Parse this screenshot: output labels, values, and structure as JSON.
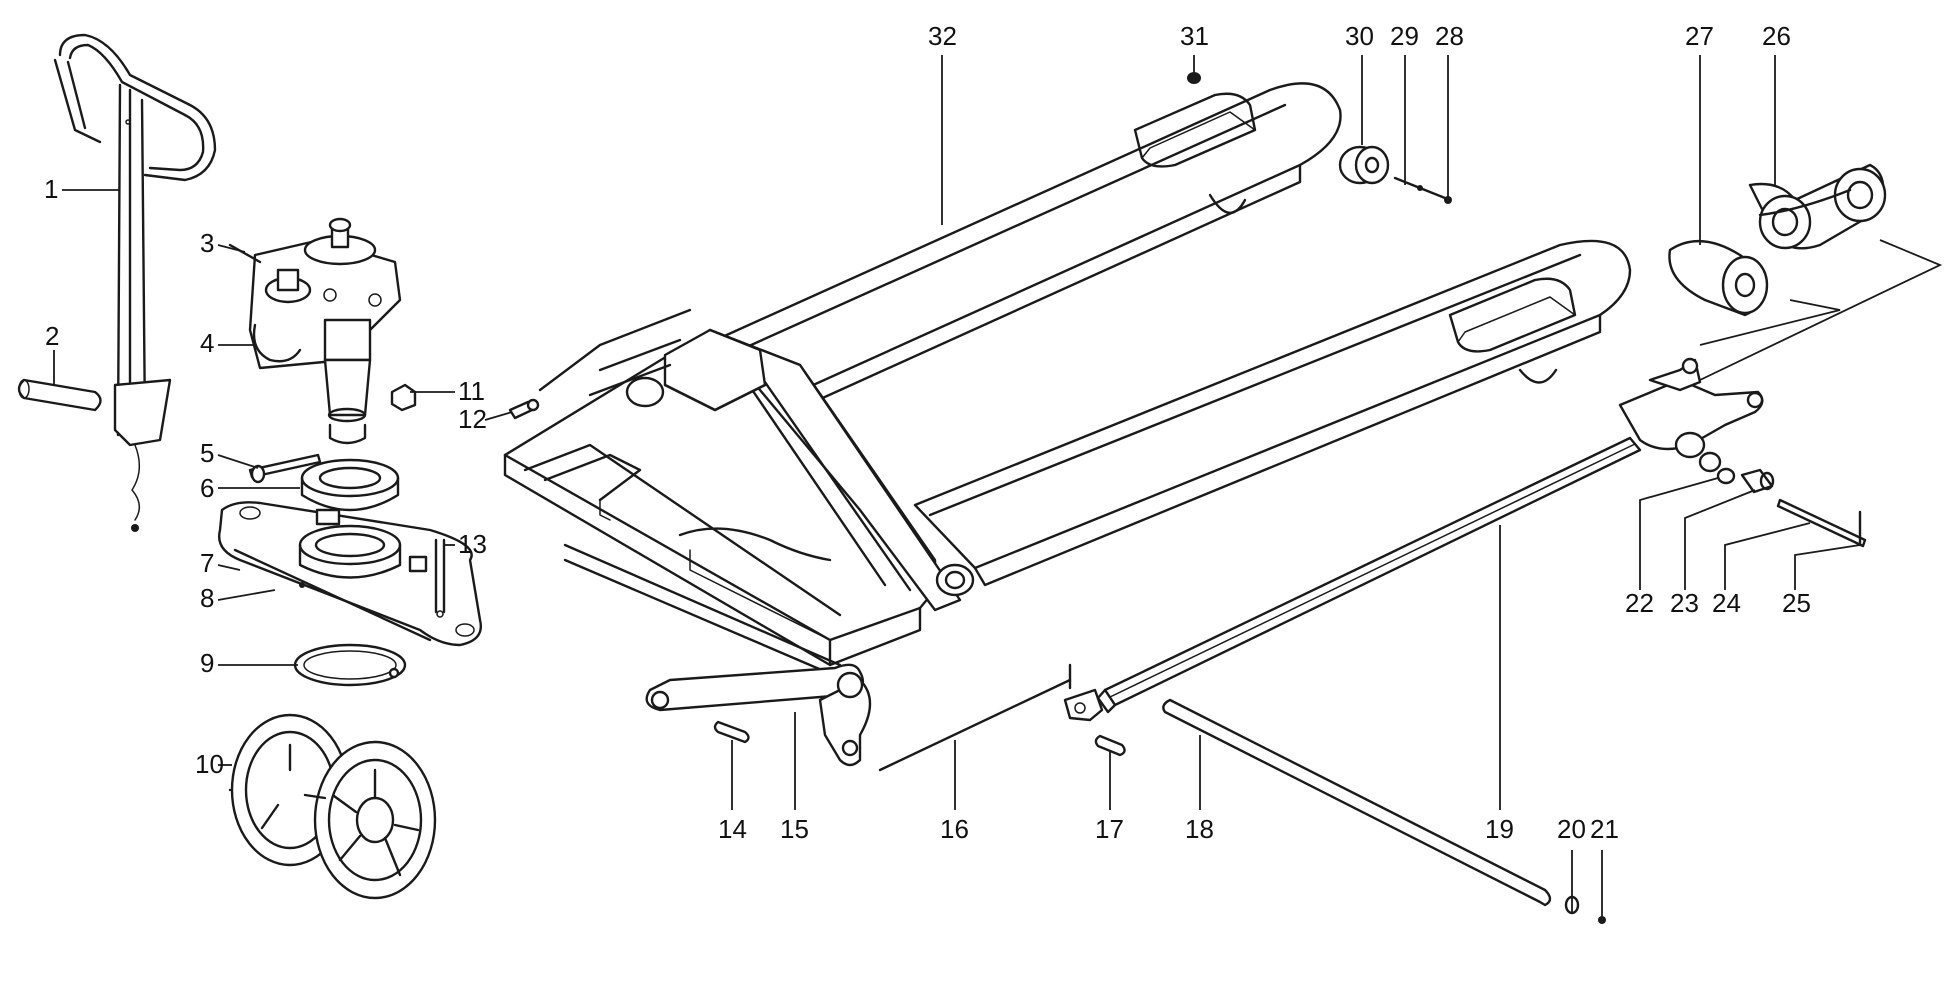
{
  "callouts": [
    {
      "id": "1"
    },
    {
      "id": "2"
    },
    {
      "id": "3"
    },
    {
      "id": "4"
    },
    {
      "id": "5"
    },
    {
      "id": "6"
    },
    {
      "id": "7"
    },
    {
      "id": "8"
    },
    {
      "id": "9"
    },
    {
      "id": "10"
    },
    {
      "id": "11"
    },
    {
      "id": "12"
    },
    {
      "id": "13"
    },
    {
      "id": "14"
    },
    {
      "id": "15"
    },
    {
      "id": "16"
    },
    {
      "id": "17"
    },
    {
      "id": "18"
    },
    {
      "id": "19"
    },
    {
      "id": "20"
    },
    {
      "id": "21"
    },
    {
      "id": "22"
    },
    {
      "id": "23"
    },
    {
      "id": "24"
    },
    {
      "id": "25"
    },
    {
      "id": "26"
    },
    {
      "id": "27"
    },
    {
      "id": "28"
    },
    {
      "id": "29"
    },
    {
      "id": "30"
    },
    {
      "id": "31"
    },
    {
      "id": "32"
    }
  ],
  "labels": {
    "n1": "1",
    "n2": "2",
    "n3": "3",
    "n4": "4",
    "n5": "5",
    "n6": "6",
    "n7": "7",
    "n8": "8",
    "n9": "9",
    "n10": "10",
    "n11": "11",
    "n12": "12",
    "n13": "13",
    "n14": "14",
    "n15": "15",
    "n16": "16",
    "n17": "17",
    "n18": "18",
    "n19": "19",
    "n20": "20",
    "n21": "21",
    "n22": "22",
    "n23": "23",
    "n24": "24",
    "n25": "25",
    "n26": "26",
    "n27": "27",
    "n28": "28",
    "n29": "29",
    "n30": "30",
    "n31": "31",
    "n32": "32"
  }
}
